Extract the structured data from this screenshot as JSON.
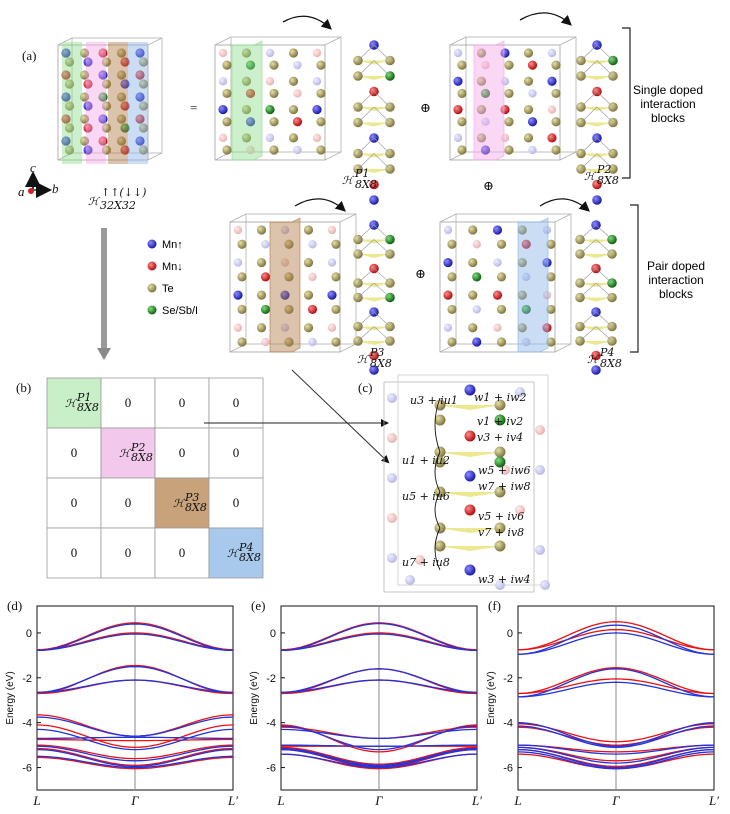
{
  "panel_a": {
    "label": "(a)",
    "equals": "=",
    "oplus": "⊕",
    "h_main": "ℋ",
    "h_main_sup": "↑↑(↓↓)",
    "h_main_sub": "32X32",
    "h1_sup": "P1",
    "h2_sup": "P2",
    "h3_sup": "P3",
    "h4_sup": "P4",
    "h_sub": "8X8",
    "axis_c": "c",
    "axis_a": "a",
    "axis_b": "b",
    "single_block_text": [
      "Single doped",
      "interaction",
      "blocks"
    ],
    "pair_block_text": [
      "Pair doped",
      "interaction",
      "blocks"
    ],
    "legend": [
      {
        "label": "Mn↑",
        "color": "#2222cc"
      },
      {
        "label": "Mn↓",
        "color": "#d42222"
      },
      {
        "label": "Te",
        "color": "#a39a5a"
      },
      {
        "label": "Se/Sb/I",
        "color": "#1f8a1f"
      }
    ]
  },
  "panel_b": {
    "label": "(b)",
    "matrix": [
      [
        "H1",
        "0",
        "0",
        "0"
      ],
      [
        "0",
        "H2",
        "0",
        "0"
      ],
      [
        "0",
        "0",
        "H3",
        "0"
      ],
      [
        "0",
        "0",
        "0",
        "H4"
      ]
    ],
    "diag_colors": [
      "#c9efc9",
      "#f2c9ec",
      "#c8a27a",
      "#a8c8ec"
    ]
  },
  "panel_c": {
    "label": "(c)",
    "hoppings": [
      "u3 + iu1",
      "w1 + iw2",
      "v1 + iv2",
      "v3 + iv4",
      "u1 + iu2",
      "w5 + iw6",
      "w7 + iw8",
      "u5 + iu6",
      "v5 + iv6",
      "v7 + iv8",
      "u7 + iu8",
      "w3 + iw4"
    ]
  },
  "chart_data": [
    {
      "type": "line",
      "panel_label": "(d)",
      "ylabel": "Energy (eV)",
      "ylim": [
        -7,
        1.2
      ],
      "yticks": [
        0,
        -2,
        -4,
        -6
      ],
      "xticks": [
        "L",
        "Γ",
        "L′"
      ],
      "series": [
        {
          "color": "#ee1111",
          "bands": [
            [
              -0.75,
              0.45
            ],
            [
              -0.75,
              0.0
            ],
            [
              -2.7,
              -1.45
            ],
            [
              -2.7,
              -2.1
            ],
            [
              -3.65,
              -4.6
            ],
            [
              -4.1,
              -5.1
            ],
            [
              -4.75,
              -4.8
            ],
            [
              -5.0,
              -5.6
            ],
            [
              -5.15,
              -5.9
            ],
            [
              -5.55,
              -6.05
            ]
          ]
        },
        {
          "color": "#2233dd",
          "bands": [
            [
              -0.78,
              0.4
            ],
            [
              -0.78,
              -0.05
            ],
            [
              -2.65,
              -1.5
            ],
            [
              -2.65,
              -2.1
            ],
            [
              -3.75,
              -4.6
            ],
            [
              -4.3,
              -5.2
            ],
            [
              -4.7,
              -4.65
            ],
            [
              -5.05,
              -5.7
            ],
            [
              -5.2,
              -5.95
            ],
            [
              -5.5,
              -6.0
            ]
          ]
        }
      ]
    },
    {
      "type": "line",
      "panel_label": "(e)",
      "ylabel": "Energy (eV)",
      "ylim": [
        -7,
        1.2
      ],
      "yticks": [
        0,
        -2,
        -4,
        -6
      ],
      "xticks": [
        "L",
        "Γ",
        "L′"
      ],
      "series": [
        {
          "color": "#ee1111",
          "bands": [
            [
              -0.75,
              0.45
            ],
            [
              -0.75,
              0.0
            ],
            [
              -2.7,
              -1.6
            ],
            [
              -2.7,
              -2.1
            ],
            [
              -4.1,
              -5.3
            ],
            [
              -4.2,
              -4.7
            ],
            [
              -5.05,
              -5.05
            ],
            [
              -5.1,
              -5.85
            ],
            [
              -5.2,
              -6.0
            ],
            [
              -5.4,
              -6.05
            ]
          ]
        },
        {
          "color": "#2233dd",
          "bands": [
            [
              -0.78,
              0.42
            ],
            [
              -0.78,
              -0.05
            ],
            [
              -2.65,
              -1.6
            ],
            [
              -2.65,
              -2.1
            ],
            [
              -4.15,
              -5.2
            ],
            [
              -4.3,
              -4.7
            ],
            [
              -5.0,
              -5.05
            ],
            [
              -5.15,
              -5.9
            ],
            [
              -5.2,
              -5.95
            ],
            [
              -5.4,
              -6.0
            ]
          ]
        }
      ]
    },
    {
      "type": "line",
      "panel_label": "(f)",
      "ylabel": "Energy (eV)",
      "ylim": [
        -7,
        1.2
      ],
      "yticks": [
        0,
        -2,
        -4,
        -6
      ],
      "xticks": [
        "L",
        "Γ",
        "L′"
      ],
      "series": [
        {
          "color": "#ee1111",
          "bands": [
            [
              -0.75,
              0.5
            ],
            [
              -0.75,
              0.15
            ],
            [
              -2.7,
              -1.55
            ],
            [
              -2.7,
              -2.05
            ],
            [
              -4.05,
              -4.85
            ],
            [
              -4.2,
              -5.0
            ],
            [
              -5.0,
              -5.3
            ],
            [
              -5.1,
              -5.7
            ],
            [
              -5.2,
              -5.95
            ],
            [
              -5.4,
              -6.05
            ]
          ]
        },
        {
          "color": "#2233dd",
          "bands": [
            [
              -0.95,
              0.35
            ],
            [
              -0.95,
              0.0
            ],
            [
              -2.85,
              -1.6
            ],
            [
              -2.85,
              -2.2
            ],
            [
              -4.0,
              -5.05
            ],
            [
              -4.15,
              -5.1
            ],
            [
              -5.0,
              -5.4
            ],
            [
              -5.1,
              -5.8
            ],
            [
              -5.2,
              -6.0
            ],
            [
              -5.3,
              -6.05
            ]
          ]
        }
      ]
    }
  ]
}
